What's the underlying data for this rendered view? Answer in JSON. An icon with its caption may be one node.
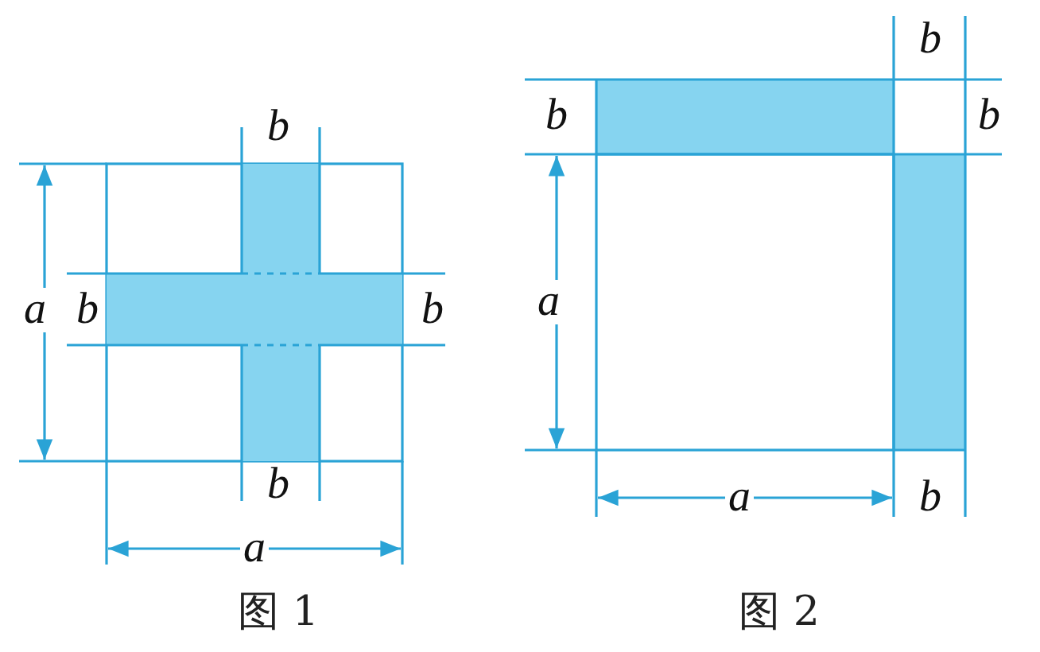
{
  "diagram": {
    "labels": [
      "b",
      "a",
      "b",
      "b",
      "b",
      "a",
      "图 1",
      "b",
      "b",
      "b",
      "a",
      "a",
      "b",
      "图 2"
    ]
  }
}
